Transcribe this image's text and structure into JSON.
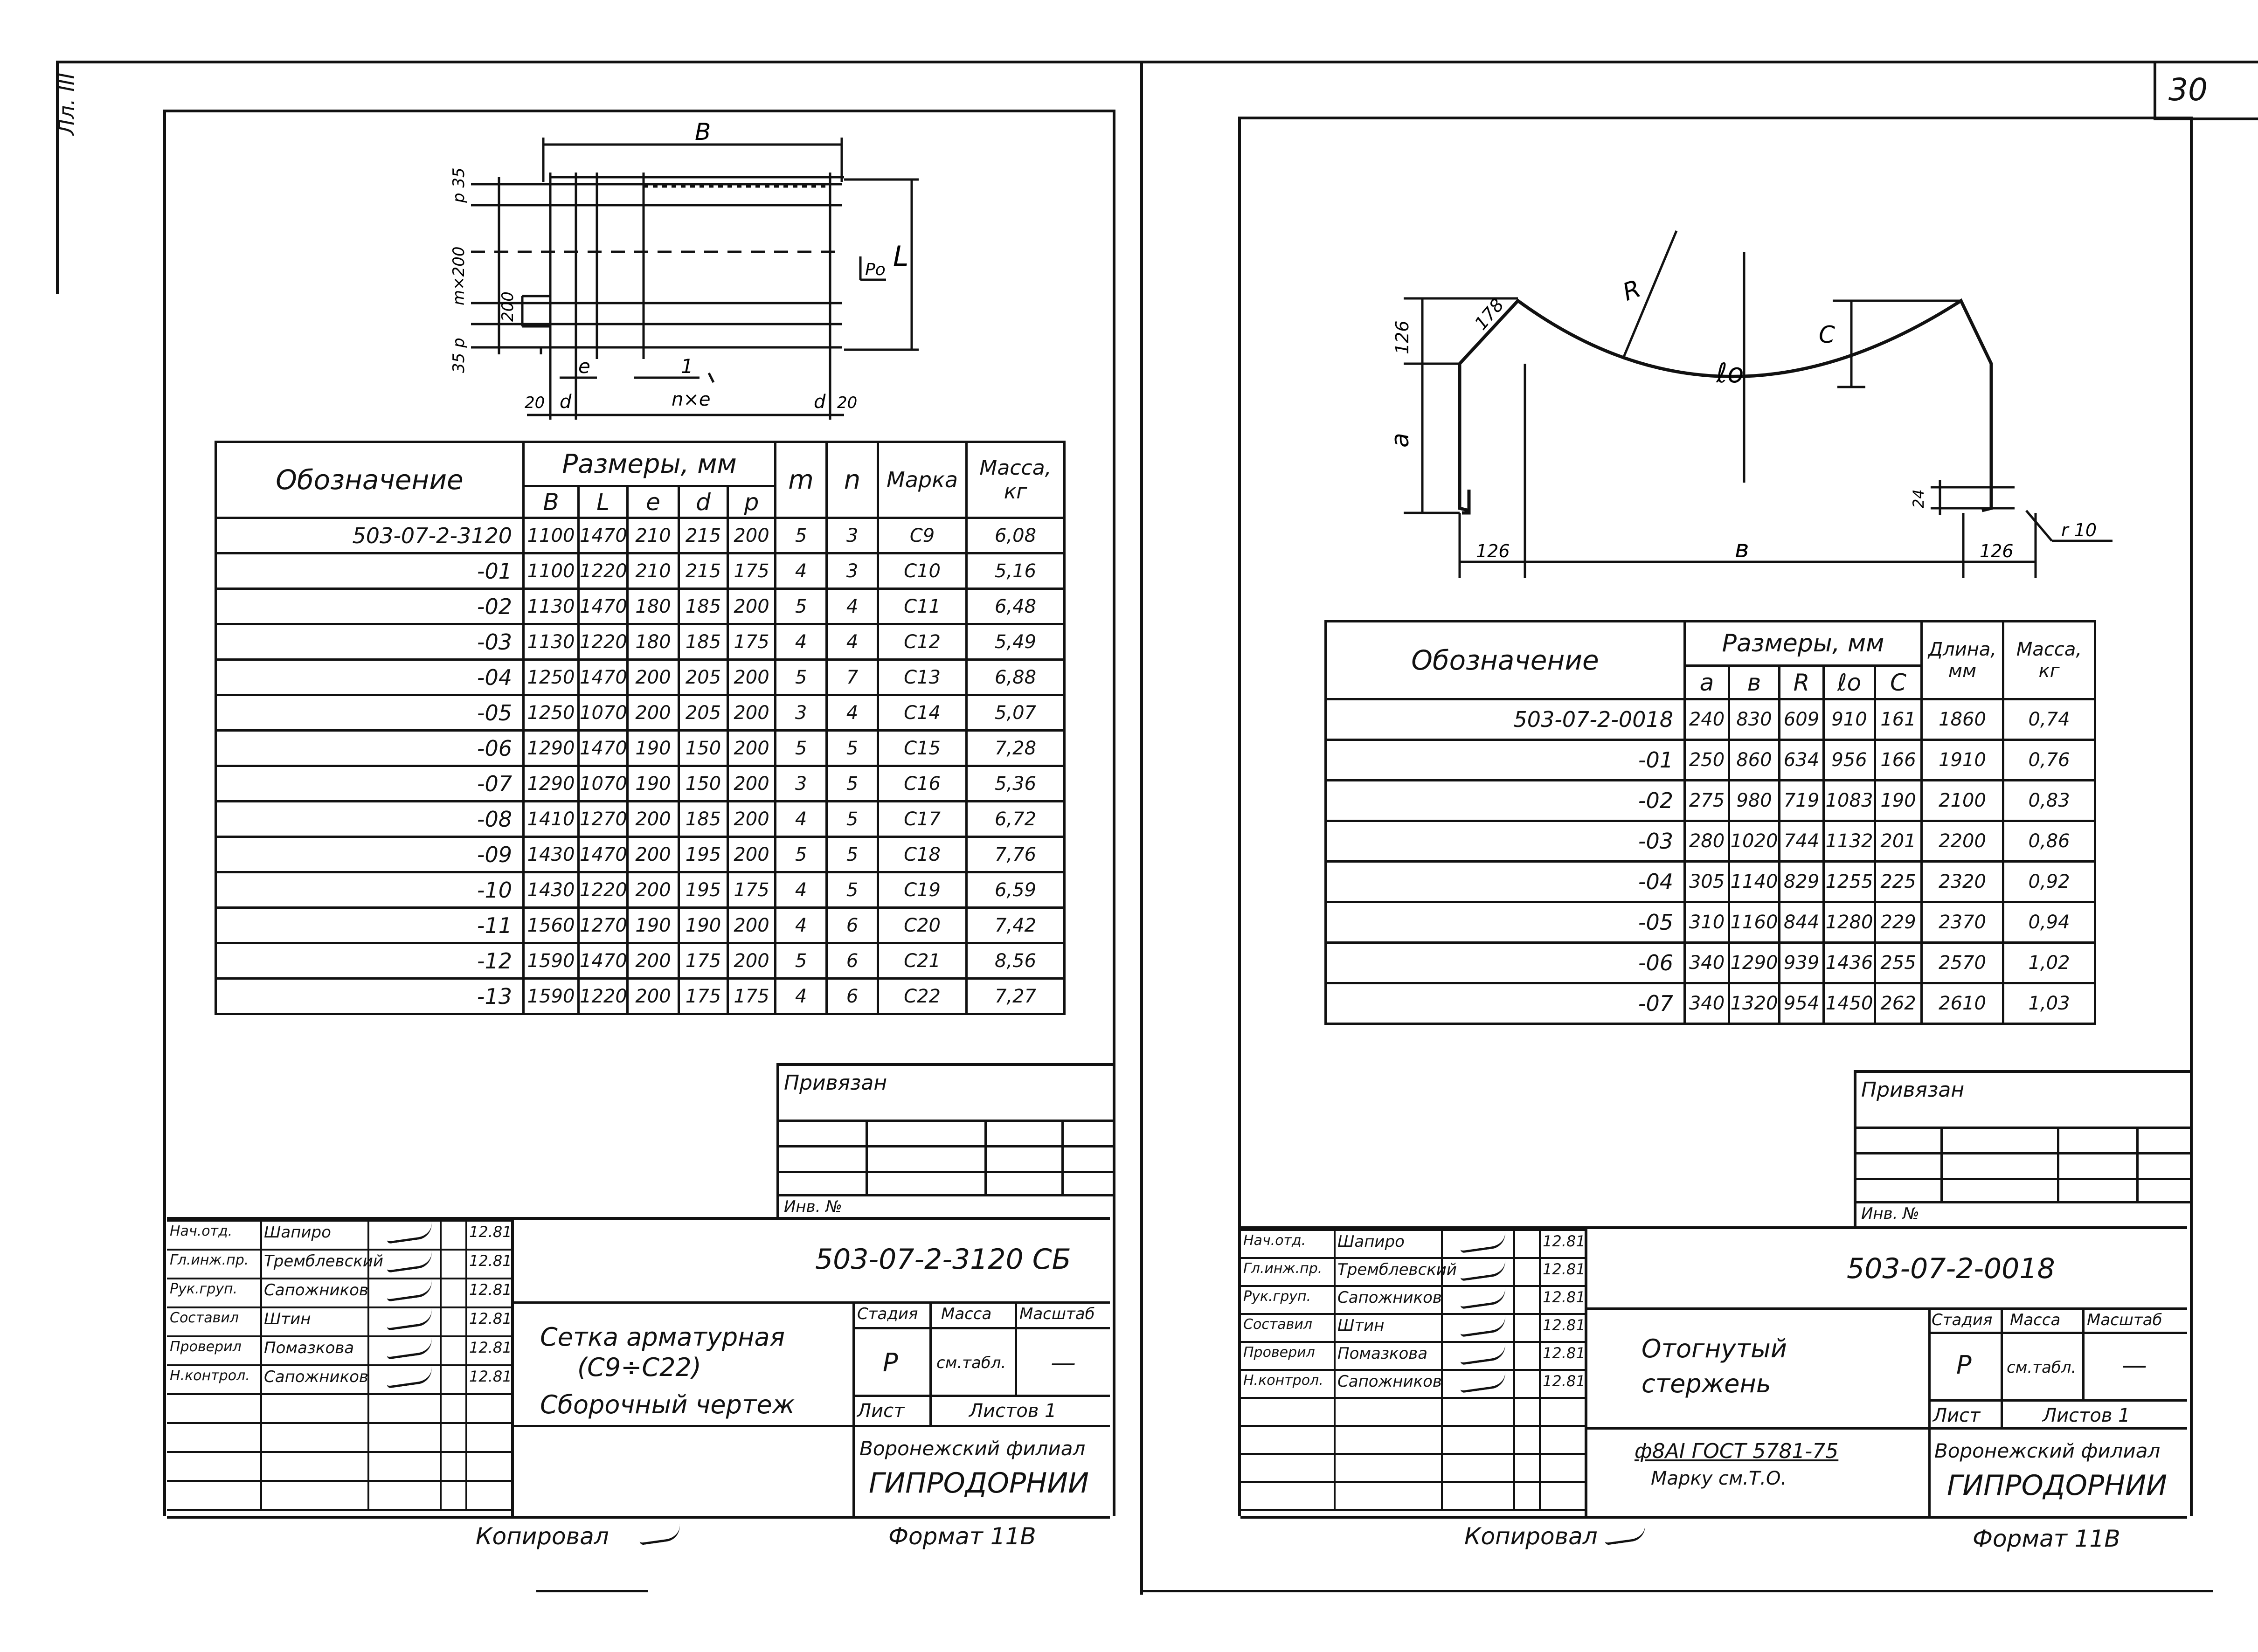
{
  "page": {
    "number": "30",
    "side_mark": "Лл. III"
  },
  "left": {
    "diagram": {
      "B": "B",
      "L": "L",
      "p_top": "p 35",
      "m_step": "m×200",
      "step200": "200",
      "p_bottom": "35 p",
      "po": "Po",
      "e": "e",
      "one": "1",
      "n_e": "n×e",
      "d_left": "d",
      "d_right": "d",
      "edge_left": "20",
      "edge_right": "20"
    },
    "table": {
      "h_designation": "Обозначение",
      "h_sizes": "Размеры, мм",
      "h_m": "m",
      "h_n": "n",
      "h_mark": "Марка",
      "h_mass": "Масса, кг",
      "sub": [
        "B",
        "L",
        "e",
        "d",
        "p"
      ],
      "rows": [
        [
          "503-07-2-3120",
          "1100",
          "1470",
          "210",
          "215",
          "200",
          "5",
          "3",
          "С9",
          "6,08"
        ],
        [
          "-01",
          "1100",
          "1220",
          "210",
          "215",
          "175",
          "4",
          "3",
          "С10",
          "5,16"
        ],
        [
          "-02",
          "1130",
          "1470",
          "180",
          "185",
          "200",
          "5",
          "4",
          "С11",
          "6,48"
        ],
        [
          "-03",
          "1130",
          "1220",
          "180",
          "185",
          "175",
          "4",
          "4",
          "С12",
          "5,49"
        ],
        [
          "-04",
          "1250",
          "1470",
          "200",
          "205",
          "200",
          "5",
          "7",
          "С13",
          "6,88"
        ],
        [
          "-05",
          "1250",
          "1070",
          "200",
          "205",
          "200",
          "3",
          "4",
          "С14",
          "5,07"
        ],
        [
          "-06",
          "1290",
          "1470",
          "190",
          "150",
          "200",
          "5",
          "5",
          "С15",
          "7,28"
        ],
        [
          "-07",
          "1290",
          "1070",
          "190",
          "150",
          "200",
          "3",
          "5",
          "С16",
          "5,36"
        ],
        [
          "-08",
          "1410",
          "1270",
          "200",
          "185",
          "200",
          "4",
          "5",
          "С17",
          "6,72"
        ],
        [
          "-09",
          "1430",
          "1470",
          "200",
          "195",
          "200",
          "5",
          "5",
          "С18",
          "7,76"
        ],
        [
          "-10",
          "1430",
          "1220",
          "200",
          "195",
          "175",
          "4",
          "5",
          "С19",
          "6,59"
        ],
        [
          "-11",
          "1560",
          "1270",
          "190",
          "190",
          "200",
          "4",
          "6",
          "С20",
          "7,42"
        ],
        [
          "-12",
          "1590",
          "1470",
          "200",
          "175",
          "200",
          "5",
          "6",
          "С21",
          "8,56"
        ],
        [
          "-13",
          "1590",
          "1220",
          "200",
          "175",
          "175",
          "4",
          "6",
          "С22",
          "7,27"
        ]
      ]
    },
    "attached": {
      "title": "Привязан",
      "inv": "Инв. №"
    },
    "stamp": {
      "people": [
        [
          "Нач.отд.",
          "Шапиро",
          "12.81"
        ],
        [
          "Гл.инж.пр.",
          "Тремблевский",
          "12.81"
        ],
        [
          "Рук.груп.",
          "Сапожников",
          "12.81"
        ],
        [
          "Составил",
          "Штин",
          "12.81"
        ],
        [
          "Проверил",
          "Помазкова",
          "12.81"
        ],
        [
          "Н.контрол.",
          "Сапожников",
          "12.81"
        ]
      ],
      "code": "503-07-2-3120 СБ",
      "title_1": "Сетка арматурная",
      "title_2": "(С9÷С22)",
      "title_3": "Сборочный чертеж",
      "h_stage": "Стадия",
      "h_mass": "Масса",
      "h_scale": "Масштаб",
      "stage": "Р",
      "mass": "см.табл.",
      "scale": "—",
      "sheet": "Лист",
      "sheets": "Листов 1",
      "org_1": "Воронежский филиал",
      "org_2": "ГИПРОДОРНИИ"
    },
    "copied": "Копировал",
    "format": "Формат 11В"
  },
  "right": {
    "diagram": {
      "R": "R",
      "C": "C",
      "lo": "ℓo",
      "h126": "126",
      "d178": "178",
      "a": "a",
      "d24": "24",
      "d126l": "126",
      "b": "в",
      "d126r": "126",
      "r10": "r 10"
    },
    "table": {
      "h_designation": "Обозначение",
      "h_sizes": "Размеры, мм",
      "h_length": "Длина, мм",
      "h_mass": "Масса, кг",
      "sub": [
        "a",
        "в",
        "R",
        "ℓo",
        "C"
      ],
      "rows": [
        [
          "503-07-2-0018",
          "240",
          "830",
          "609",
          "910",
          "161",
          "1860",
          "0,74"
        ],
        [
          "-01",
          "250",
          "860",
          "634",
          "956",
          "166",
          "1910",
          "0,76"
        ],
        [
          "-02",
          "275",
          "980",
          "719",
          "1083",
          "190",
          "2100",
          "0,83"
        ],
        [
          "-03",
          "280",
          "1020",
          "744",
          "1132",
          "201",
          "2200",
          "0,86"
        ],
        [
          "-04",
          "305",
          "1140",
          "829",
          "1255",
          "225",
          "2320",
          "0,92"
        ],
        [
          "-05",
          "310",
          "1160",
          "844",
          "1280",
          "229",
          "2370",
          "0,94"
        ],
        [
          "-06",
          "340",
          "1290",
          "939",
          "1436",
          "255",
          "2570",
          "1,02"
        ],
        [
          "-07",
          "340",
          "1320",
          "954",
          "1450",
          "262",
          "2610",
          "1,03"
        ]
      ]
    },
    "attached": {
      "title": "Привязан",
      "inv": "Инв. №"
    },
    "stamp": {
      "people": [
        [
          "Нач.отд.",
          "Шапиро",
          "12.81"
        ],
        [
          "Гл.инж.пр.",
          "Тремблевский",
          "12.81"
        ],
        [
          "Рук.груп.",
          "Сапожников",
          "12.81"
        ],
        [
          "Составил",
          "Штин",
          "12.81"
        ],
        [
          "Проверил",
          "Помазкова",
          "12.81"
        ],
        [
          "Н.контрол.",
          "Сапожников",
          "12.81"
        ]
      ],
      "code": "503-07-2-0018",
      "title_1": "Отогнутый",
      "title_2": "стержень",
      "material_1": "ф8АI ГОСТ 5781-75",
      "material_2": "Марку см.Т.О.",
      "h_stage": "Стадия",
      "h_mass": "Масса",
      "h_scale": "Масштаб",
      "stage": "Р",
      "mass": "см.табл.",
      "scale": "—",
      "sheet": "Лист",
      "sheets": "Листов 1",
      "org_1": "Воронежский филиал",
      "org_2": "ГИПРОДОРНИИ"
    },
    "copied": "Копировал",
    "format": "Формат 11В"
  }
}
